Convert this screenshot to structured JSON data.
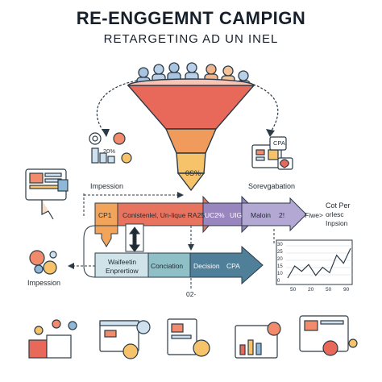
{
  "header": {
    "title": "RE-ENGGEMNT CAMPIGN",
    "subtitle": "RETARGETING AD UN INEL"
  },
  "funnel": {
    "percent_label": "0S%"
  },
  "left_top": {
    "percent": "20%",
    "label": "Impession"
  },
  "right_top": {
    "badge": "CPA",
    "label": "Sorevgabation"
  },
  "flow_top": {
    "cp1": "CP1",
    "segment_a": "Conistenlel, Un-lique RA25",
    "segment_b": "UC2%",
    "segment_c": "UIG",
    "segment_d": "Maloin",
    "segment_e": "2!",
    "segment_f": "Fiwe>",
    "right_note_line1": "Cot Per",
    "right_note_line2": "orlesc",
    "right_note_line3": "Inpsion"
  },
  "flow_bottom": {
    "left_line1": "Waifeetin",
    "left_line2": "Enprertiow",
    "mid": "Conciation",
    "decision": "Decision",
    "cpa": "CPA",
    "below": "02-"
  },
  "left_mid": {
    "label": "Impession"
  },
  "chart_data": {
    "type": "line",
    "x_ticks": [
      "50",
      "20",
      "50",
      "90"
    ],
    "y_ticks": [
      "0",
      "10",
      "15",
      "20",
      "25",
      "30"
    ],
    "series": [
      {
        "values": [
          3,
          12,
          8,
          13,
          5,
          11,
          7,
          20,
          14,
          25
        ]
      }
    ],
    "ylim": [
      0,
      30
    ],
    "grid": true
  },
  "colors": {
    "funnel_top": "#e8695a",
    "funnel_mid": "#f09a5b",
    "funnel_low": "#f6c36b",
    "arrow_orange": "#f2a55a",
    "arrow_red": "#e8745f",
    "arrow_purple": "#8c7fb8",
    "arrow_teal": "#7fb8c0",
    "arrow_slate": "#4f7f99",
    "outline": "#2b3a45"
  }
}
